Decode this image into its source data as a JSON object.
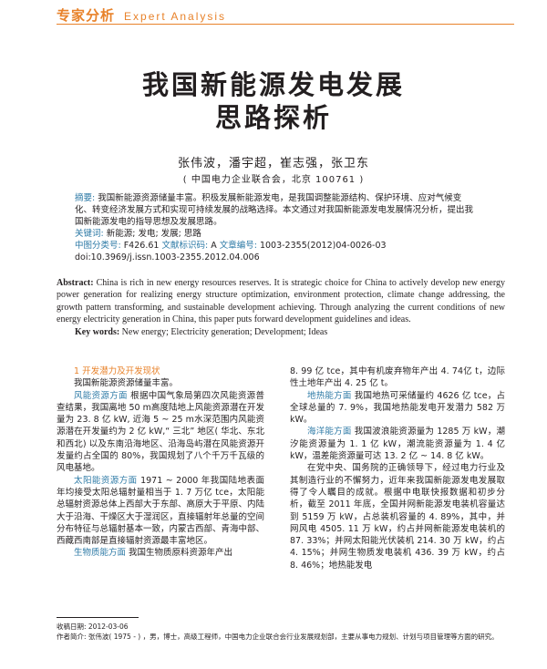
{
  "header": {
    "cn": "专家分析",
    "en": "Expert Analysis"
  },
  "title": {
    "line1": "我国新能源发电发展",
    "line2": "思路探析"
  },
  "authors": "张伟波，潘宇超，崔志强，张卫东",
  "affiliation": "( 中国电力企业联合会，北京   100761 )",
  "cn_abstract": {
    "label": "摘要:",
    "text": " 我国新能源资源储量丰富。积极发展新能源发电，是我国调整能源结构、保护环境、应对气候变化、转变经济发展方式和实现可持续发展的战略选择。本文通过对我国新能源发电发展情况分析，提出我国新能源发电的指导思想及发展思路。",
    "kw_label": "关键词:",
    "keywords": " 新能源; 发电; 发展; 思路",
    "cls_label": "中图分类号:",
    "cls": " F426.61",
    "doc_label": "  文献标识码:",
    "doc": " A",
    "art_label": "  文章编号:",
    "art": " 1003-2355(2012)04-0026-03",
    "doi": "doi:10.3969/j.issn.1003-2355.2012.04.006"
  },
  "en_abstract": {
    "label": "Abstract:",
    "text": " China is rich in new energy resources reserves. It is strategic choice for China to actively develop new energy power generation for realizing energy structure optimization, environment protection, climate change addressing, the growth pattern transforming, and sustainable development achieving. Through analyzing the current conditions of new energy electricity generation in China, this paper puts forward development guidelines and ideas.",
    "kw_label": "Key words:",
    "keywords": " New energy; Electricity generation; Development; Ideas"
  },
  "left_col": {
    "section": "1    开发潜力及开发现状",
    "p1": "我国新能源资源储量丰富。",
    "wind_label": "风能资源方面",
    "wind": "   根据中国气象局第四次风能资源普查结果，我国离地 50 m高度陆地上风能资源潜在开发量为 23. 8 亿 kW, 近海 5 ~ 25 m水深范围内风能资源潜在开发量约为 2 亿 kW,“ 三北” 地区( 华北、东北和西北) 以及东南沿海地区、沿海岛屿潜在风能资源开发量约占全国的 80%，我国规划了八个千万千瓦级的风电基地。",
    "solar_label": "太阳能资源方面",
    "solar": "   1971 ~ 2000 年我国陆地表面年均接受太阳总辐射量相当于 1. 7 万亿 tce，太阳能总辐射资源总体上西部大于东部、高原大于平原、内陆大于沿海、干燥区大于湿润区，直接辐射年总量的空间分布特征与总辐射基本一致，内蒙古西部、青海中部、西藏西南部是直接辐射资源最丰富地区。",
    "bio_label": "生物质能方面",
    "bio": "   我国生物质原料资源年产出"
  },
  "right_col": {
    "p0": "8. 99 亿 tce，其中有机废弃物年产出 4. 74亿 t，边际性土地年产出 4. 25 亿 t。",
    "geo_label": "地热能方面",
    "geo": "   我国地热可采储量约 4626 亿 tce，占全球总量的 7. 9%，我国地热能发电开发潜力 582 万 kW。",
    "ocean_label": "海洋能方面",
    "ocean": "   我国波浪能资源量为 1285 万 kW，潮汐能资源量为 1. 1 亿 kW，潮流能资源量为 1. 4 亿 kW，温差能资源量可达 13. 2 亿 ~ 14. 8 亿 kW。",
    "p_dev": "在党中央、国务院的正确领导下，经过电力行业及其制造行业的不懈努力，近年来我国新能源发电发展取得了令人瞩目的成就。根据中电联快报数据和初步分析，截至 2011 年底，全国并网新能源发电装机容量达到 5159 万 kW，占总装机容量的 4. 89%，其中，并网风电 4505. 11 万 kW，约占并网新能源发电装机的 87. 33%；并网太阳能光伏装机 214. 30 万 kW，约占 4. 15%；并网生物质发电装机 436. 39 万 kW，约占 8. 46%；地热能发电"
  },
  "footnote": {
    "received": "收稿日期: 2012-03-06",
    "author": "作者简介: 张伟波( 1975 - ) ，男，博士，高级工程师，中国电力企业联合会行业发展规划部，主要从事电力规划、计划与项目管理等方面的研究。"
  }
}
